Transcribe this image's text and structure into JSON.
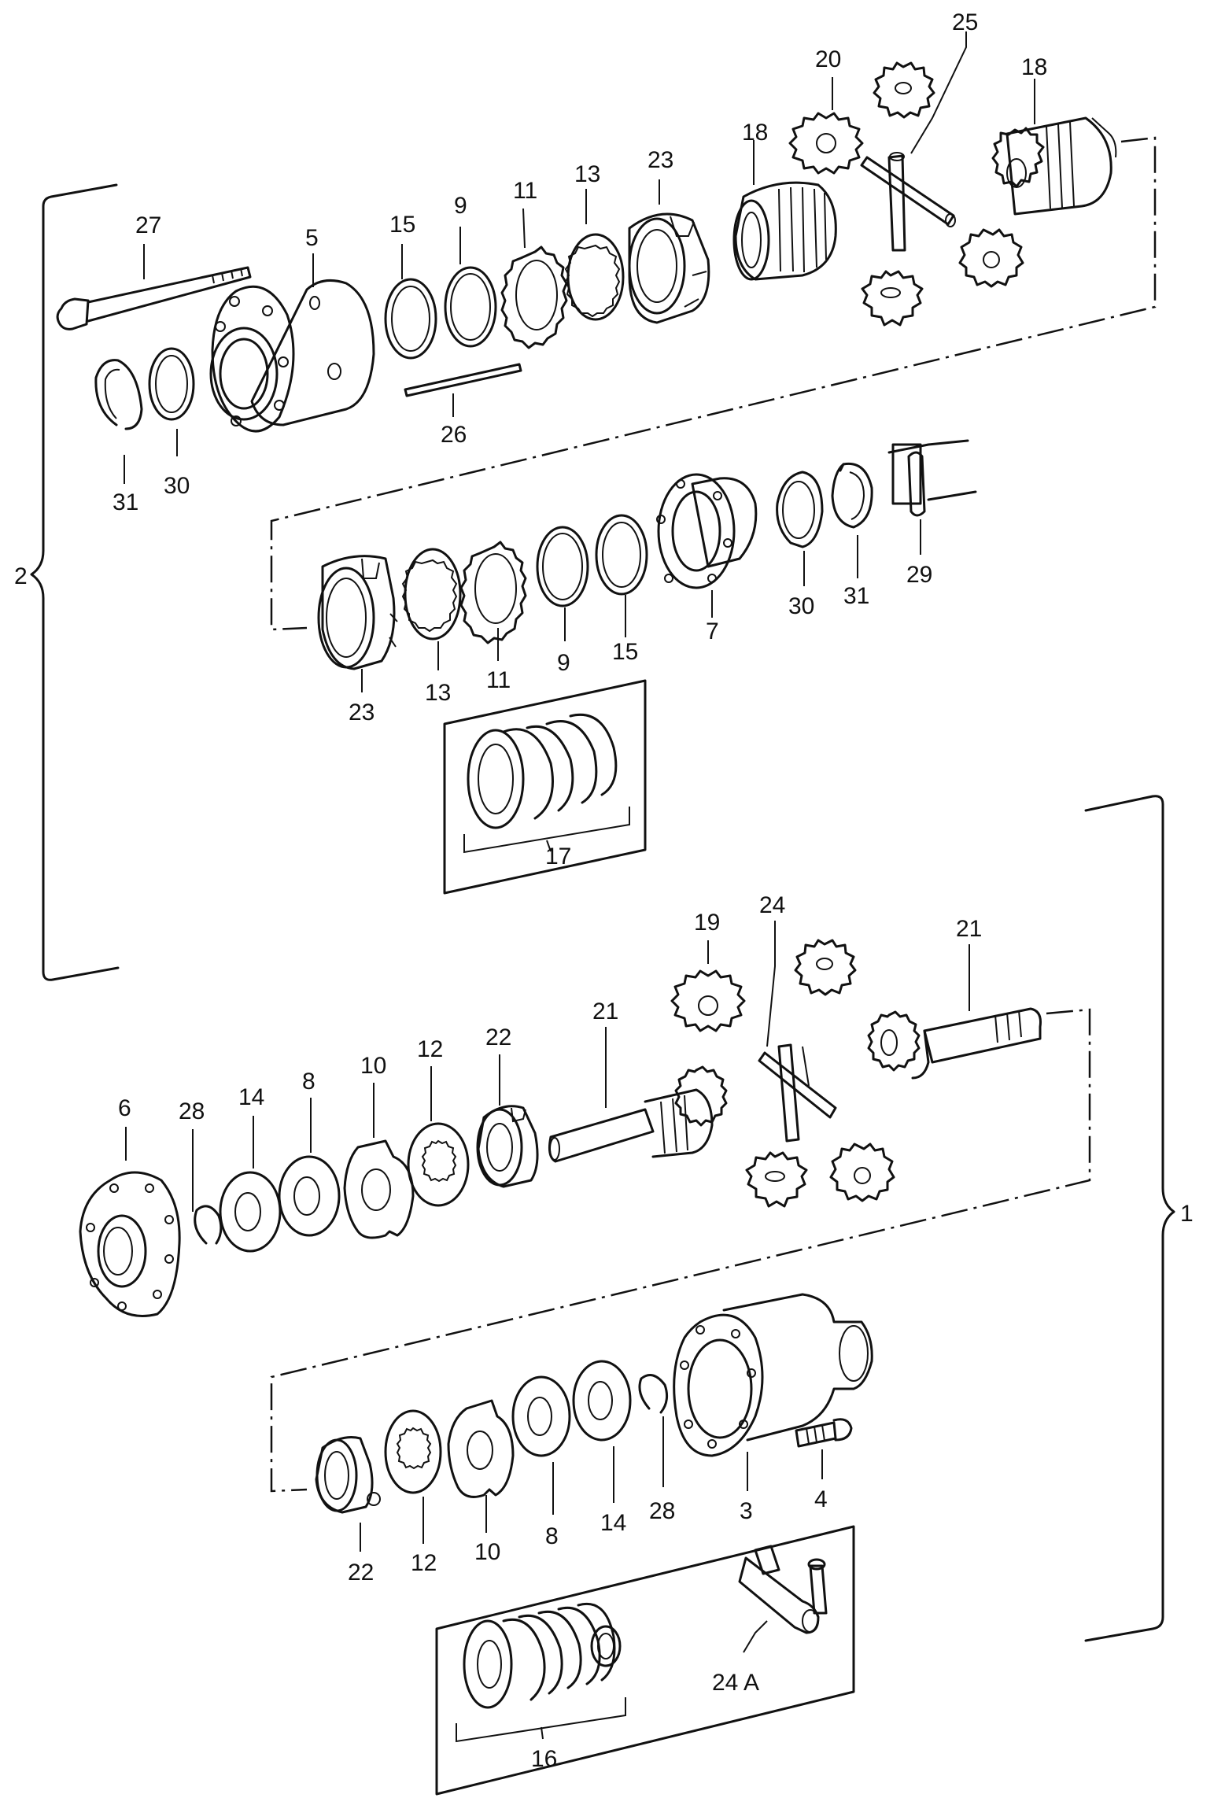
{
  "group_labels": {
    "g1": "1",
    "g2": "2"
  },
  "parts_upper": {
    "p27": "27",
    "p5": "5",
    "p15": "15",
    "p9": "9",
    "p11": "11",
    "p13": "13",
    "p23": "23",
    "p18a": "18",
    "p20": "20",
    "p25": "25",
    "p18b": "18",
    "p26": "26",
    "p31": "31",
    "p30": "30"
  },
  "parts_middle": {
    "p23": "23",
    "p13": "13",
    "p11": "11",
    "p9": "9",
    "p15": "15",
    "p7": "7",
    "p30": "30",
    "p31": "31",
    "p29": "29",
    "p17": "17"
  },
  "parts_lower": {
    "p19": "19",
    "p24": "24",
    "p21a": "21",
    "p21b": "21",
    "p6": "6",
    "p28": "28",
    "p14": "14",
    "p8": "8",
    "p10": "10",
    "p12": "12",
    "p22": "22"
  },
  "parts_bottom": {
    "p22": "22",
    "p12": "12",
    "p10": "10",
    "p8": "8",
    "p14": "14",
    "p28": "28",
    "p3": "3",
    "p4": "4",
    "p16": "16",
    "p24a": "24 A"
  }
}
